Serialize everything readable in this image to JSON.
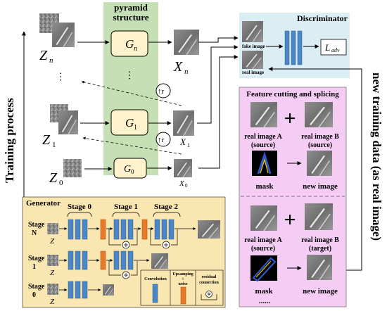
{
  "left_title": "Training process",
  "right_title": "new training data (as real image)",
  "pyramid": {
    "title_line1": "pyramid",
    "title_line2": "structure"
  },
  "noise_labels": {
    "n": "Z",
    "n_sub": "n",
    "one": "Z",
    "one_sub": "1",
    "zero": "Z",
    "zero_sub": "0"
  },
  "generators": {
    "n": "G",
    "n_sub": "n",
    "one": "G",
    "one_sub": "1",
    "zero": "G",
    "zero_sub": "0"
  },
  "outputs": {
    "n": "X",
    "n_sub": "n",
    "one": "X",
    "one_sub": "1",
    "zero": "X",
    "zero_sub": "0"
  },
  "dots": "⋯",
  "upsample_symbol": "↑r",
  "discriminator": {
    "title": "Discriminator",
    "fake_label": "fake image",
    "real_label": "real image",
    "loss": "L",
    "loss_sub": "adv"
  },
  "feature": {
    "title": "Feature cutting and splicing",
    "block1": {
      "a_line1": "real image A",
      "a_line2": "(source)",
      "b_line1": "real image B",
      "b_line2": "(source)",
      "mask": "mask",
      "new": "new image"
    },
    "block2": {
      "a_line1": "real image A",
      "a_line2": "(source)",
      "b_line1": "real image B",
      "b_line2": "(target)",
      "mask": "mask",
      "new": "new image"
    },
    "plus": "+",
    "ellipsis": "......"
  },
  "generator_box": {
    "title": "Generator",
    "stages": [
      "Stage 0",
      "Stage 1",
      "Stage 2"
    ],
    "rows": [
      {
        "line1": "Stage",
        "line2": "N",
        "z": "Z"
      },
      {
        "line1": "Stage",
        "line2": "1",
        "z": "Z"
      },
      {
        "line1": "Stage",
        "line2": "0",
        "z": "Z"
      }
    ],
    "legend": {
      "conv": "Convolution",
      "up_line1": "Upsamping",
      "up_line2": "+",
      "up_line3": "noise",
      "res_line1": "residual",
      "res_line2": "connection"
    }
  },
  "colors": {
    "pyramid_bg": "#c5e0b4",
    "generator_fill": "#fff2cc",
    "generator_box_bg": "#fae6b0",
    "disc_bg": "#dbeef4",
    "feature_bg": "#f4ccf4",
    "conv_blue": "#4a86c8",
    "upsample_orange": "#e87a2a"
  }
}
